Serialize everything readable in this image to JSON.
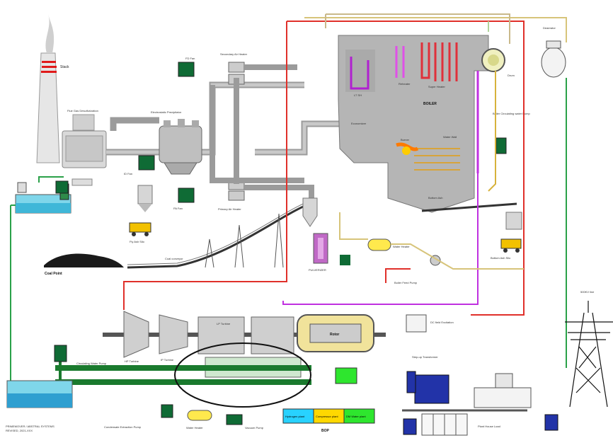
{
  "labels": {
    "stack": "Stack",
    "fgd": "Flue Gas Desulfurization",
    "esp": "Electrostatic Precipitator",
    "sec_air_heater": "Secondary Air Heater",
    "pri_air_heater": "Primary Air Heater",
    "fd_fan": "FD Fan",
    "id_fan": "ID Fan",
    "pa_fan": "PA Fan",
    "fly_ash_silo": "Fly Ash Silo",
    "coal_point": "Coal Point",
    "coal_conveyor": "Coal conveyor",
    "pulverizer": "PULVERIZER",
    "boiler": "BOILER",
    "economizer": "Economizer",
    "reheater": "Reheater",
    "super_heater": "Super Heater",
    "lt_sh": "LT SH",
    "drum": "Drum",
    "deaerator": "Deaerator",
    "boiler_circ_pump": "Boiler Circulating water Pump",
    "water_wall": "Water Wall",
    "burner": "Burner",
    "bottom_ash": "Bottom Ash",
    "bottom_ash_silo": "Bottom Ash Silo",
    "boiler_feed_pump": "Boiler Feed Pump",
    "water_heater": "Water Heater",
    "hp_turbine": "HP Turbine",
    "ip_turbine": "IP Turbine",
    "lp_turbine": "LP Turbine",
    "rotor": "Rotor",
    "dc_field": "DC field Excitation",
    "step_up": "Step-up Transformer",
    "kv500": "500KV line",
    "circ_water_pump": "Circulating Water Pump",
    "cond_extraction": "Condensate Extraction Pump",
    "vacuum_pump": "Vacuum Pump",
    "bop": "BOP",
    "bop_boxes": [
      "Hydrogen plant",
      "Compressor plant",
      "DM Water plant"
    ],
    "plant_house_load": "Plant House Load",
    "footer": [
      "PRIMEMOVER / ABSTRAL SYSTEMS",
      "REVISED, 2021-XXX"
    ]
  }
}
